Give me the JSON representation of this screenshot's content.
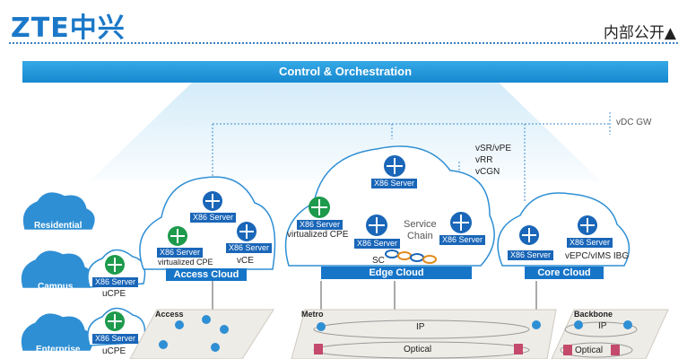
{
  "header": {
    "logo": "ZTE中兴",
    "tag": "内部公开▲"
  },
  "orchestration": {
    "label": "Control & Orchestration"
  },
  "side": {
    "residential": "Residential",
    "campus": "Campus",
    "enterprise": "Enterprise",
    "ucpe_server": "X86 Server",
    "ucpe_label": "uCPE",
    "ucpe_server2": "X86 Server",
    "ucpe_label2": "uCPE"
  },
  "access": {
    "bar": "Access Cloud",
    "server_top": "X86 Server",
    "server_left": "X86 Server",
    "left_label": "virtualized CPE",
    "server_right": "X86 Server",
    "right_label": "vCE"
  },
  "edge": {
    "bar": "Edge Cloud",
    "server_top": "X86 Server",
    "server_left": "X86 Server",
    "left_label": "virtualized CPE",
    "server_mid": "X86 Server",
    "mid_label": "SC",
    "service_chain": "Service\nChain",
    "server_right": "X86 Server",
    "vnf_list": [
      "vSR/vPE",
      "vRR",
      "vCGN"
    ]
  },
  "core": {
    "bar": "Core Cloud",
    "server_left": "X86 Server",
    "server_right": "X86 Server",
    "right_label": "vEPC/vIMS IBG",
    "vdc": "vDC GW"
  },
  "network": {
    "access": "Access",
    "metro": "Metro",
    "backbone": "Backbone",
    "ip": "IP",
    "optical": "Optical",
    "ip2": "IP",
    "optical2": "Optical"
  }
}
